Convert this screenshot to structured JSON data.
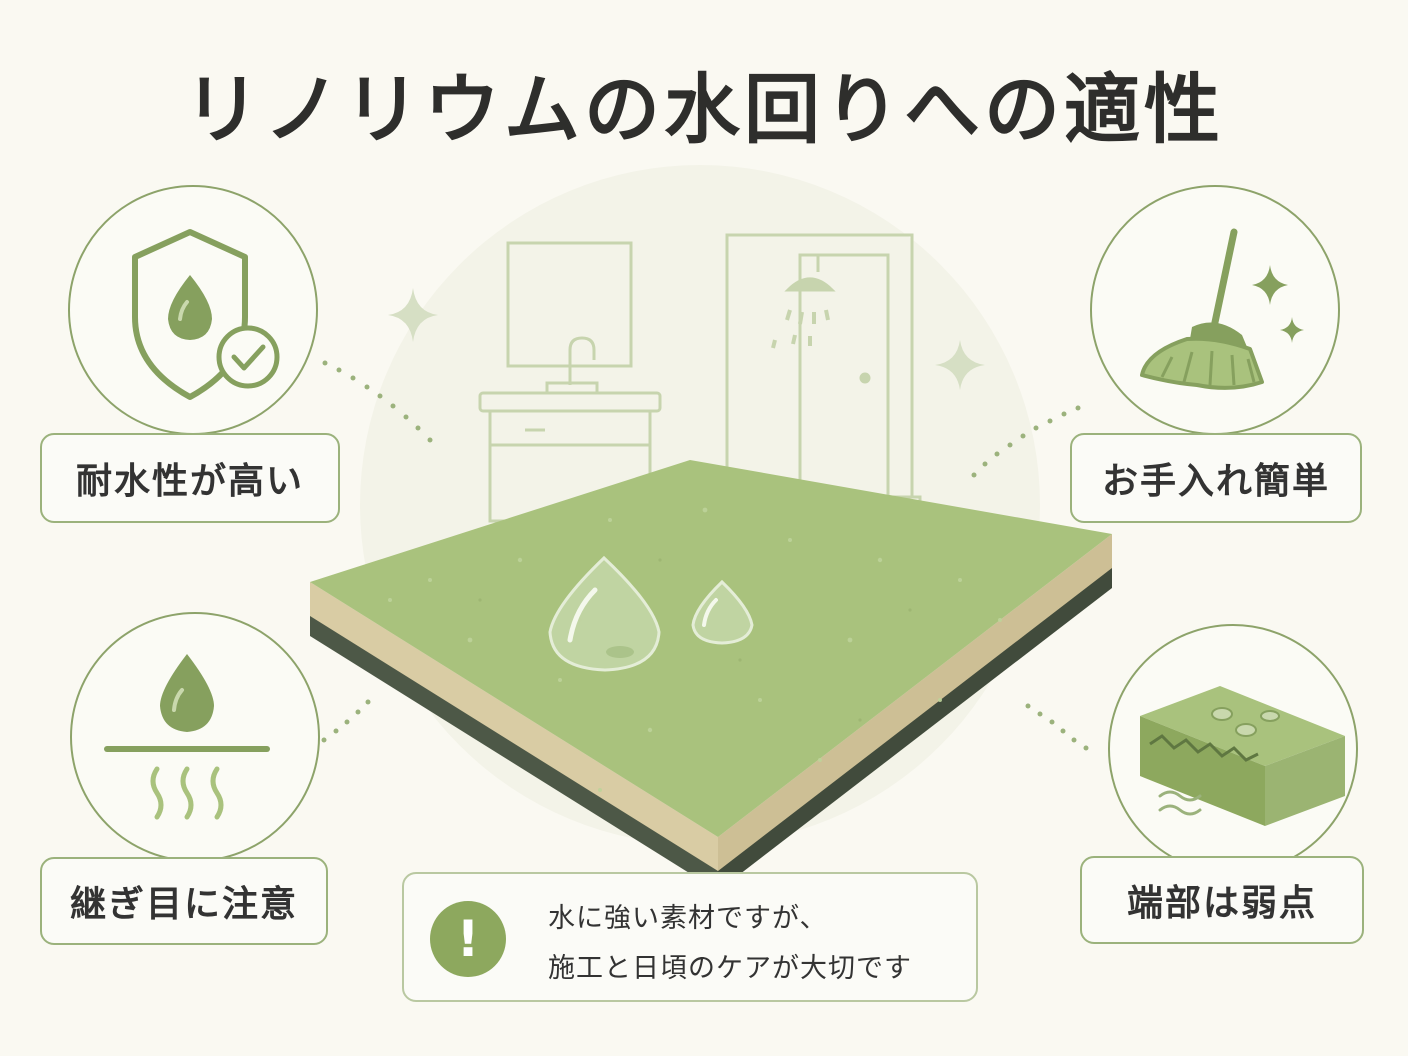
{
  "title": "リノリウムの水回りへの適性",
  "features": {
    "water_resistance": {
      "label": "耐水性が高い",
      "icon": "water-shield-icon"
    },
    "easy_care": {
      "label": "お手入れ簡単",
      "icon": "mop-icon"
    },
    "seams": {
      "label": "継ぎ目に注意",
      "icon": "water-seep-icon"
    },
    "edges": {
      "label": "端部は弱点",
      "icon": "edge-damage-icon"
    }
  },
  "note": {
    "icon": "exclamation-icon",
    "line1": "水に強い素材ですが、",
    "line2": "施工と日頃のケアが大切です"
  },
  "colors": {
    "accent": "#8da36a",
    "linoleum_top": "#a9c27d",
    "linoleum_core": "#d6c9a0",
    "backing": "#4f5a49",
    "background": "#faf9f2"
  }
}
